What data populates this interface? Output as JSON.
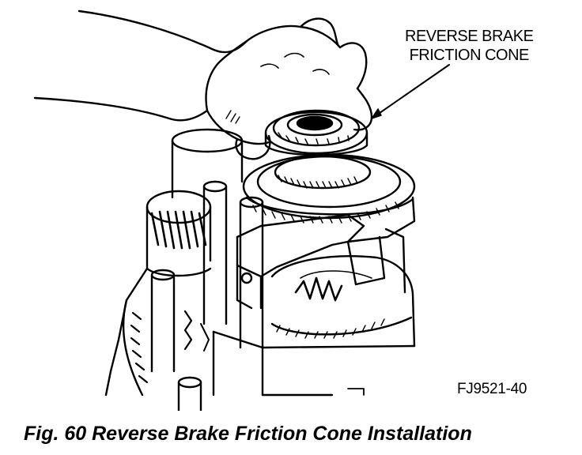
{
  "diagram": {
    "callout": {
      "line1": "REVERSE BRAKE",
      "line2": "FRICTION CONE"
    },
    "figure_id": "FJ9521-40",
    "caption": "Fig. 60 Reverse Brake Friction Cone Installation"
  },
  "colors": {
    "ink": "#000000",
    "paper": "#ffffff"
  }
}
